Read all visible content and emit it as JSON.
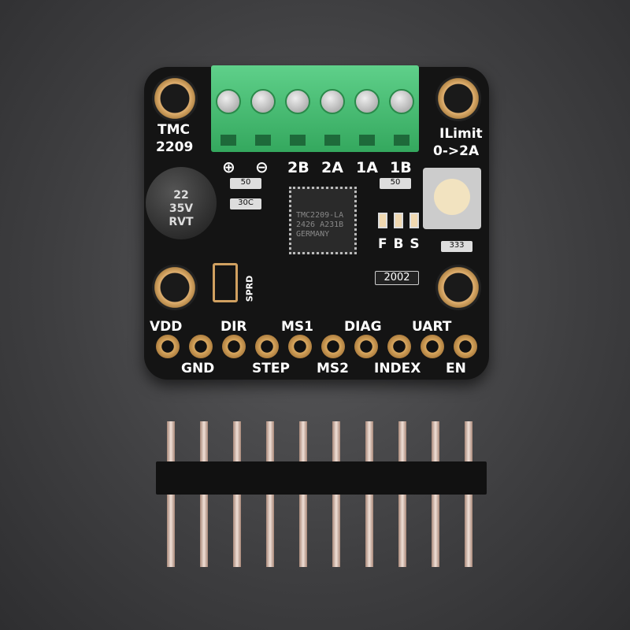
{
  "board": {
    "title_line1": "TMC",
    "title_line2": "2209",
    "ilimit": "ILimit",
    "ilimit_range": "0->2A",
    "terminal_labels": [
      "⊕",
      "⊖",
      "2B",
      "2A",
      "1A",
      "1B"
    ],
    "top_pins": [
      "VDD",
      "DIR",
      "MS1",
      "DIAG",
      "UART"
    ],
    "bottom_pins": [
      "GND",
      "STEP",
      "MS2",
      "INDEX",
      "EN"
    ],
    "led_labels": "F B S",
    "sprd": "SPRD",
    "resistor_array": "2002",
    "resistor_50a": "50",
    "resistor_50b": "50",
    "resistor_30c": "30C",
    "resistor_333": "333",
    "capacitor": [
      "22",
      "35V",
      "RVT"
    ],
    "chip": [
      "TMC2209-LA",
      "2426 A231B",
      "GERMANY"
    ]
  },
  "header_pin_count": 10
}
